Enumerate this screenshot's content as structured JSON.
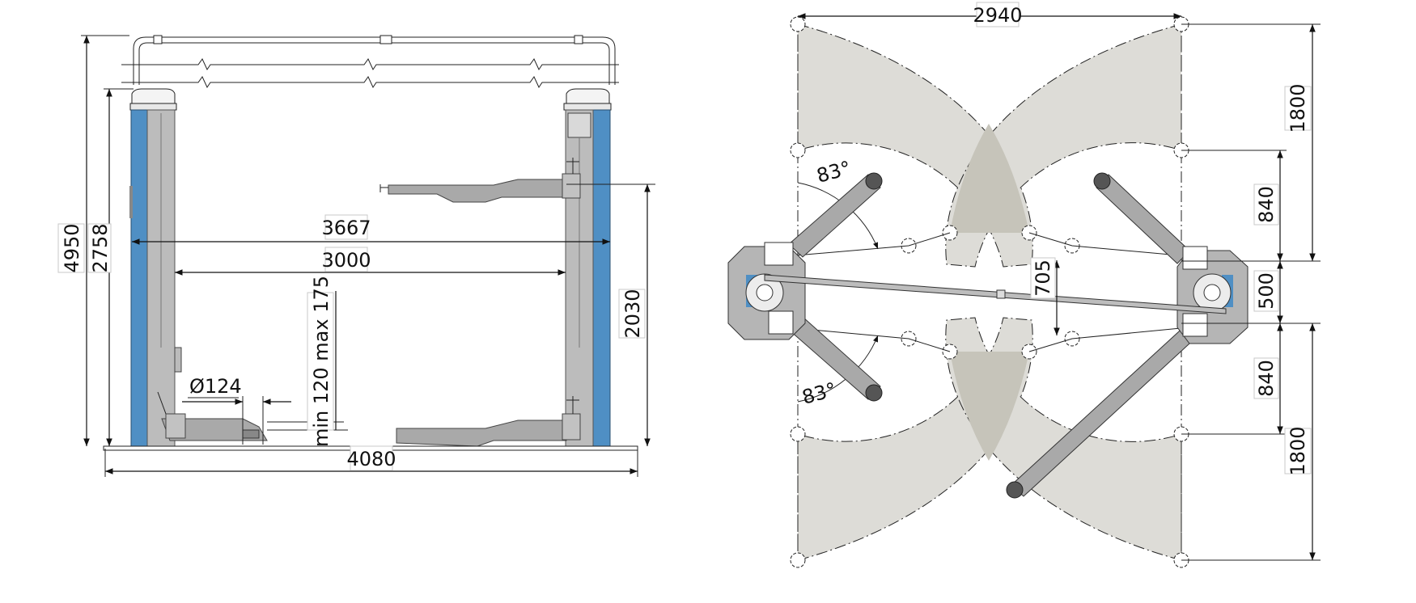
{
  "colors": {
    "column_blue": "#4f8fc4",
    "column_gray": "#b9b9b9",
    "column_dark": "#8e8e8e",
    "arm_gray": "#a9a9a9",
    "sweep_area": "#dddcd7",
    "sweep_overlap": "#c6c4ba",
    "line": "#111111"
  },
  "front_view": {
    "dim_overall_height": "4950",
    "dim_column_height": "2758",
    "dim_inner_width": "3667",
    "dim_drive_through": "3000",
    "dim_pad_range": "min 120 max 175",
    "dim_pad_diameter": "Ø124",
    "dim_max_lift": "2030",
    "dim_overall_width": "4080"
  },
  "top_view": {
    "dim_column_spacing": "2940",
    "dim_sweep_top": "1800",
    "dim_arm_top": "840",
    "dim_center": "500",
    "dim_arm_bottom": "840",
    "dim_sweep_bottom": "1800",
    "dim_arm_gap": "705",
    "angle_top": "83°",
    "angle_bottom": "83°"
  }
}
